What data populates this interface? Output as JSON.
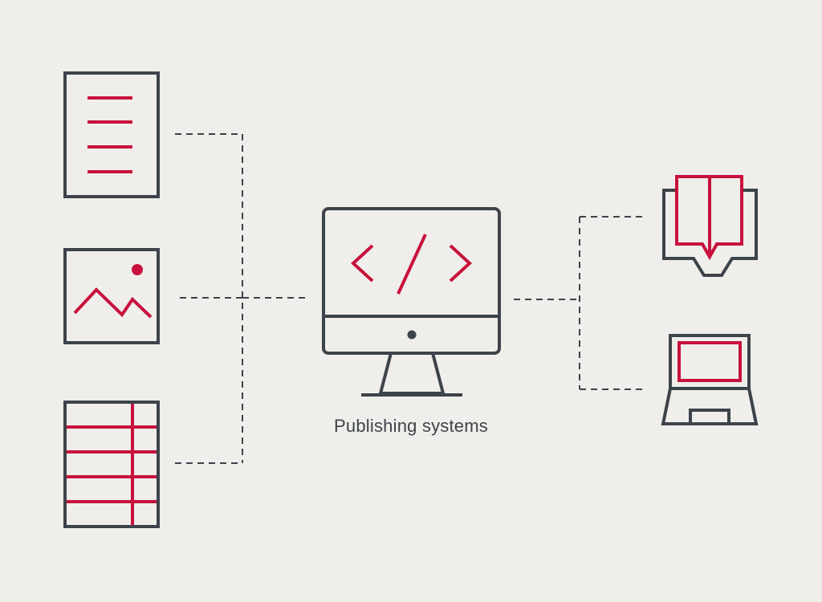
{
  "diagram": {
    "center_label": "Publishing systems",
    "inputs": [
      {
        "name": "text-document",
        "icon": "text-document-icon"
      },
      {
        "name": "image",
        "icon": "image-icon"
      },
      {
        "name": "table",
        "icon": "table-icon"
      }
    ],
    "hub": {
      "icon": "monitor-code-icon"
    },
    "outputs": [
      {
        "name": "book",
        "icon": "open-book-icon"
      },
      {
        "name": "laptop",
        "icon": "laptop-icon"
      }
    ]
  },
  "colors": {
    "background": "#efeeeb",
    "outline": "#3d434a",
    "accent": "#c8113c"
  }
}
